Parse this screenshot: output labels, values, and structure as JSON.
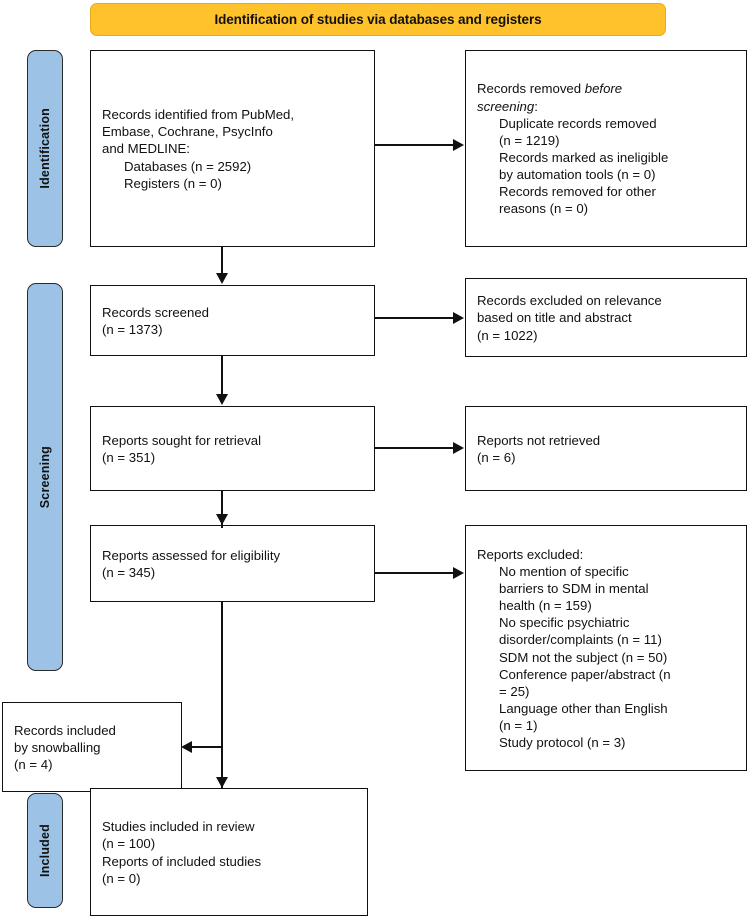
{
  "banner": {
    "title": "Identification of studies via databases and registers",
    "color": "#FFC22A"
  },
  "stages": {
    "identification": "Identification",
    "screening": "Screening",
    "included": "Included",
    "color": "#9CC3E5"
  },
  "boxes": {
    "identified": {
      "line1": "Records identified from PubMed,",
      "line2": "Embase, Cochrane, PsycInfo",
      "line3": "and MEDLINE:",
      "line4": "Databases (n = 2592)",
      "line5": "Registers (n = 0)"
    },
    "removed_before": {
      "line1_a": "Records removed ",
      "line1_b": "before",
      "line2_a": "screening",
      "line2_b": ":",
      "line3": "Duplicate records removed",
      "line4": "(n = 1219)",
      "line5": "Records marked as ineligible",
      "line6": "by automation tools (n = 0)",
      "line7": "Records removed for other",
      "line8": "reasons (n = 0)"
    },
    "screened": {
      "line1": "Records screened",
      "line2": "(n = 1373)"
    },
    "excluded_relevance": {
      "line1": "Records excluded on relevance",
      "line2": "based on title and abstract",
      "line3": "(n = 1022)"
    },
    "sought": {
      "line1": "Reports sought for retrieval",
      "line2": "(n = 351)"
    },
    "not_retrieved": {
      "line1": "Reports not retrieved",
      "line2": "(n = 6)"
    },
    "assessed": {
      "line1": "Reports assessed for eligibility",
      "line2": "(n = 345)"
    },
    "excluded_full": {
      "line1": "Reports excluded:",
      "line2": "No mention of specific",
      "line3": "barriers to SDM in mental",
      "line4": "health (n = 159)",
      "line5": "No specific psychiatric",
      "line6": "disorder/complaints (n = 11)",
      "line7": "SDM not the subject (n = 50)",
      "line8": "Conference paper/abstract (n",
      "line9": "= 25)",
      "line10": "Language other than English",
      "line11": "(n = 1)",
      "line12": "Study protocol (n = 3)"
    },
    "snowball": {
      "line1": "Records included",
      "line2": "by snowballing",
      "line3": "(n = 4)"
    },
    "included_review": {
      "line1": "Studies included in review",
      "line2": "(n = 100)",
      "line3": "Reports of included studies",
      "line4": "(n = 0)"
    }
  }
}
